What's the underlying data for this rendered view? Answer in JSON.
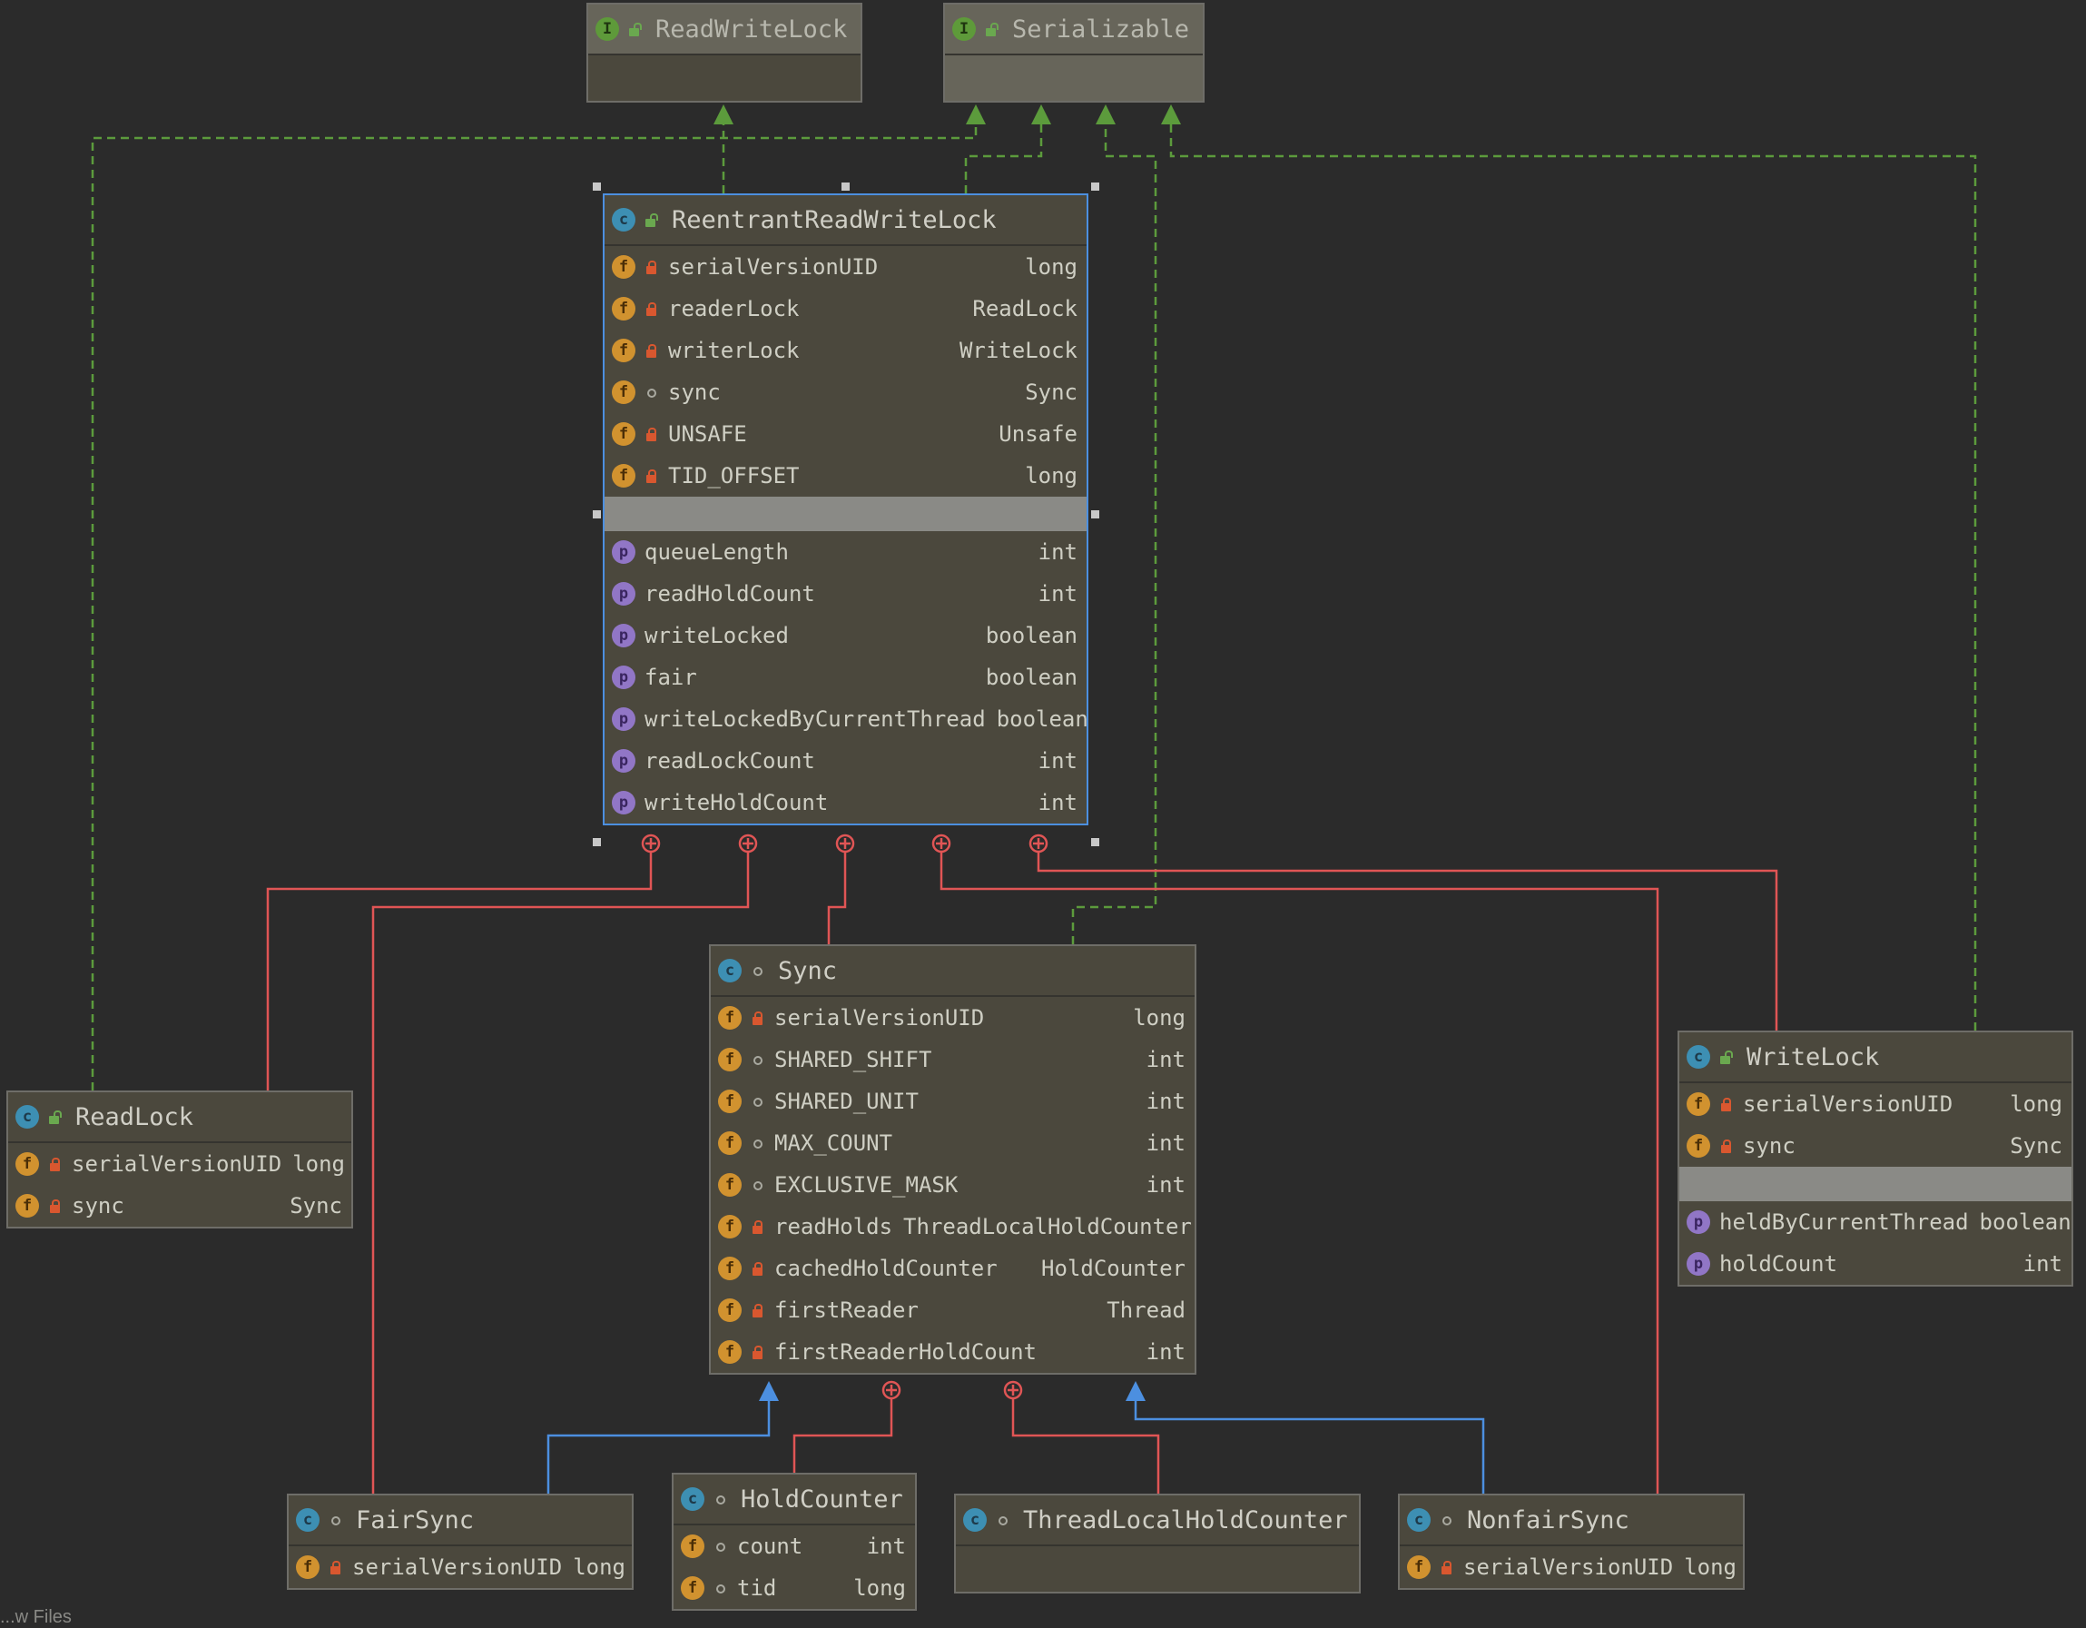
{
  "colors": {
    "realization_edge": "#5c9b3c",
    "inner_class_edge": "#e05555",
    "inheritance_edge": "#4c8fe0",
    "selection_border": "#4c8fe0"
  },
  "nodes": {
    "readwritelock": {
      "title": "ReadWriteLock",
      "kind": "interface",
      "rows": [],
      "props": []
    },
    "serializable": {
      "title": "Serializable",
      "kind": "interface",
      "rows": [],
      "props": []
    },
    "rrwl": {
      "title": "ReentrantReadWriteLock",
      "kind": "class",
      "rows": [
        {
          "name": "serialVersionUID",
          "type": "long",
          "icon": "f",
          "mod": "lock"
        },
        {
          "name": "readerLock",
          "type": "ReadLock",
          "icon": "f",
          "mod": "lock"
        },
        {
          "name": "writerLock",
          "type": "WriteLock",
          "icon": "f",
          "mod": "lock"
        },
        {
          "name": "sync",
          "type": "Sync",
          "icon": "f",
          "mod": "pkg"
        },
        {
          "name": "UNSAFE",
          "type": "Unsafe",
          "icon": "f",
          "mod": "lock"
        },
        {
          "name": "TID_OFFSET",
          "type": "long",
          "icon": "f",
          "mod": "lock"
        }
      ],
      "props": [
        {
          "name": "queueLength",
          "type": "int",
          "icon": "p",
          "mod": "none"
        },
        {
          "name": "readHoldCount",
          "type": "int",
          "icon": "p",
          "mod": "none"
        },
        {
          "name": "writeLocked",
          "type": "boolean",
          "icon": "p",
          "mod": "none"
        },
        {
          "name": "fair",
          "type": "boolean",
          "icon": "p",
          "mod": "none"
        },
        {
          "name": "writeLockedByCurrentThread",
          "type": "boolean",
          "icon": "p",
          "mod": "none"
        },
        {
          "name": "readLockCount",
          "type": "int",
          "icon": "p",
          "mod": "none"
        },
        {
          "name": "writeHoldCount",
          "type": "int",
          "icon": "p",
          "mod": "none"
        }
      ]
    },
    "sync": {
      "title": "Sync",
      "kind": "abstract-class",
      "rows": [
        {
          "name": "serialVersionUID",
          "type": "long",
          "icon": "f",
          "mod": "lock"
        },
        {
          "name": "SHARED_SHIFT",
          "type": "int",
          "icon": "f",
          "mod": "pkg"
        },
        {
          "name": "SHARED_UNIT",
          "type": "int",
          "icon": "f",
          "mod": "pkg"
        },
        {
          "name": "MAX_COUNT",
          "type": "int",
          "icon": "f",
          "mod": "pkg"
        },
        {
          "name": "EXCLUSIVE_MASK",
          "type": "int",
          "icon": "f",
          "mod": "pkg"
        },
        {
          "name": "readHolds",
          "type": "ThreadLocalHoldCounter",
          "icon": "f",
          "mod": "lock"
        },
        {
          "name": "cachedHoldCounter",
          "type": "HoldCounter",
          "icon": "f",
          "mod": "lock"
        },
        {
          "name": "firstReader",
          "type": "Thread",
          "icon": "f",
          "mod": "lock"
        },
        {
          "name": "firstReaderHoldCount",
          "type": "int",
          "icon": "f",
          "mod": "lock"
        }
      ],
      "props": []
    },
    "readlock": {
      "title": "ReadLock",
      "kind": "class",
      "rows": [
        {
          "name": "serialVersionUID",
          "type": "long",
          "icon": "f",
          "mod": "lock"
        },
        {
          "name": "sync",
          "type": "Sync",
          "icon": "f",
          "mod": "lock"
        }
      ],
      "props": []
    },
    "writelock": {
      "title": "WriteLock",
      "kind": "class",
      "rows": [
        {
          "name": "serialVersionUID",
          "type": "long",
          "icon": "f",
          "mod": "lock"
        },
        {
          "name": "sync",
          "type": "Sync",
          "icon": "f",
          "mod": "lock"
        }
      ],
      "props": [
        {
          "name": "heldByCurrentThread",
          "type": "boolean",
          "icon": "p",
          "mod": "none"
        },
        {
          "name": "holdCount",
          "type": "int",
          "icon": "p",
          "mod": "none"
        }
      ]
    },
    "fairsync": {
      "title": "FairSync",
      "kind": "class",
      "rows": [
        {
          "name": "serialVersionUID",
          "type": "long",
          "icon": "f",
          "mod": "lock"
        }
      ],
      "props": []
    },
    "holdcounter": {
      "title": "HoldCounter",
      "kind": "class",
      "rows": [
        {
          "name": "count",
          "type": "int",
          "icon": "f",
          "mod": "pkg"
        },
        {
          "name": "tid",
          "type": "long",
          "icon": "f",
          "mod": "pkg"
        }
      ],
      "props": []
    },
    "tlhc": {
      "title": "ThreadLocalHoldCounter",
      "kind": "class",
      "rows": [],
      "props": []
    },
    "nonfairsync": {
      "title": "NonfairSync",
      "kind": "class",
      "rows": [
        {
          "name": "serialVersionUID",
          "type": "long",
          "icon": "f",
          "mod": "lock"
        }
      ],
      "props": []
    }
  },
  "footer": {
    "text": "...w Files"
  }
}
